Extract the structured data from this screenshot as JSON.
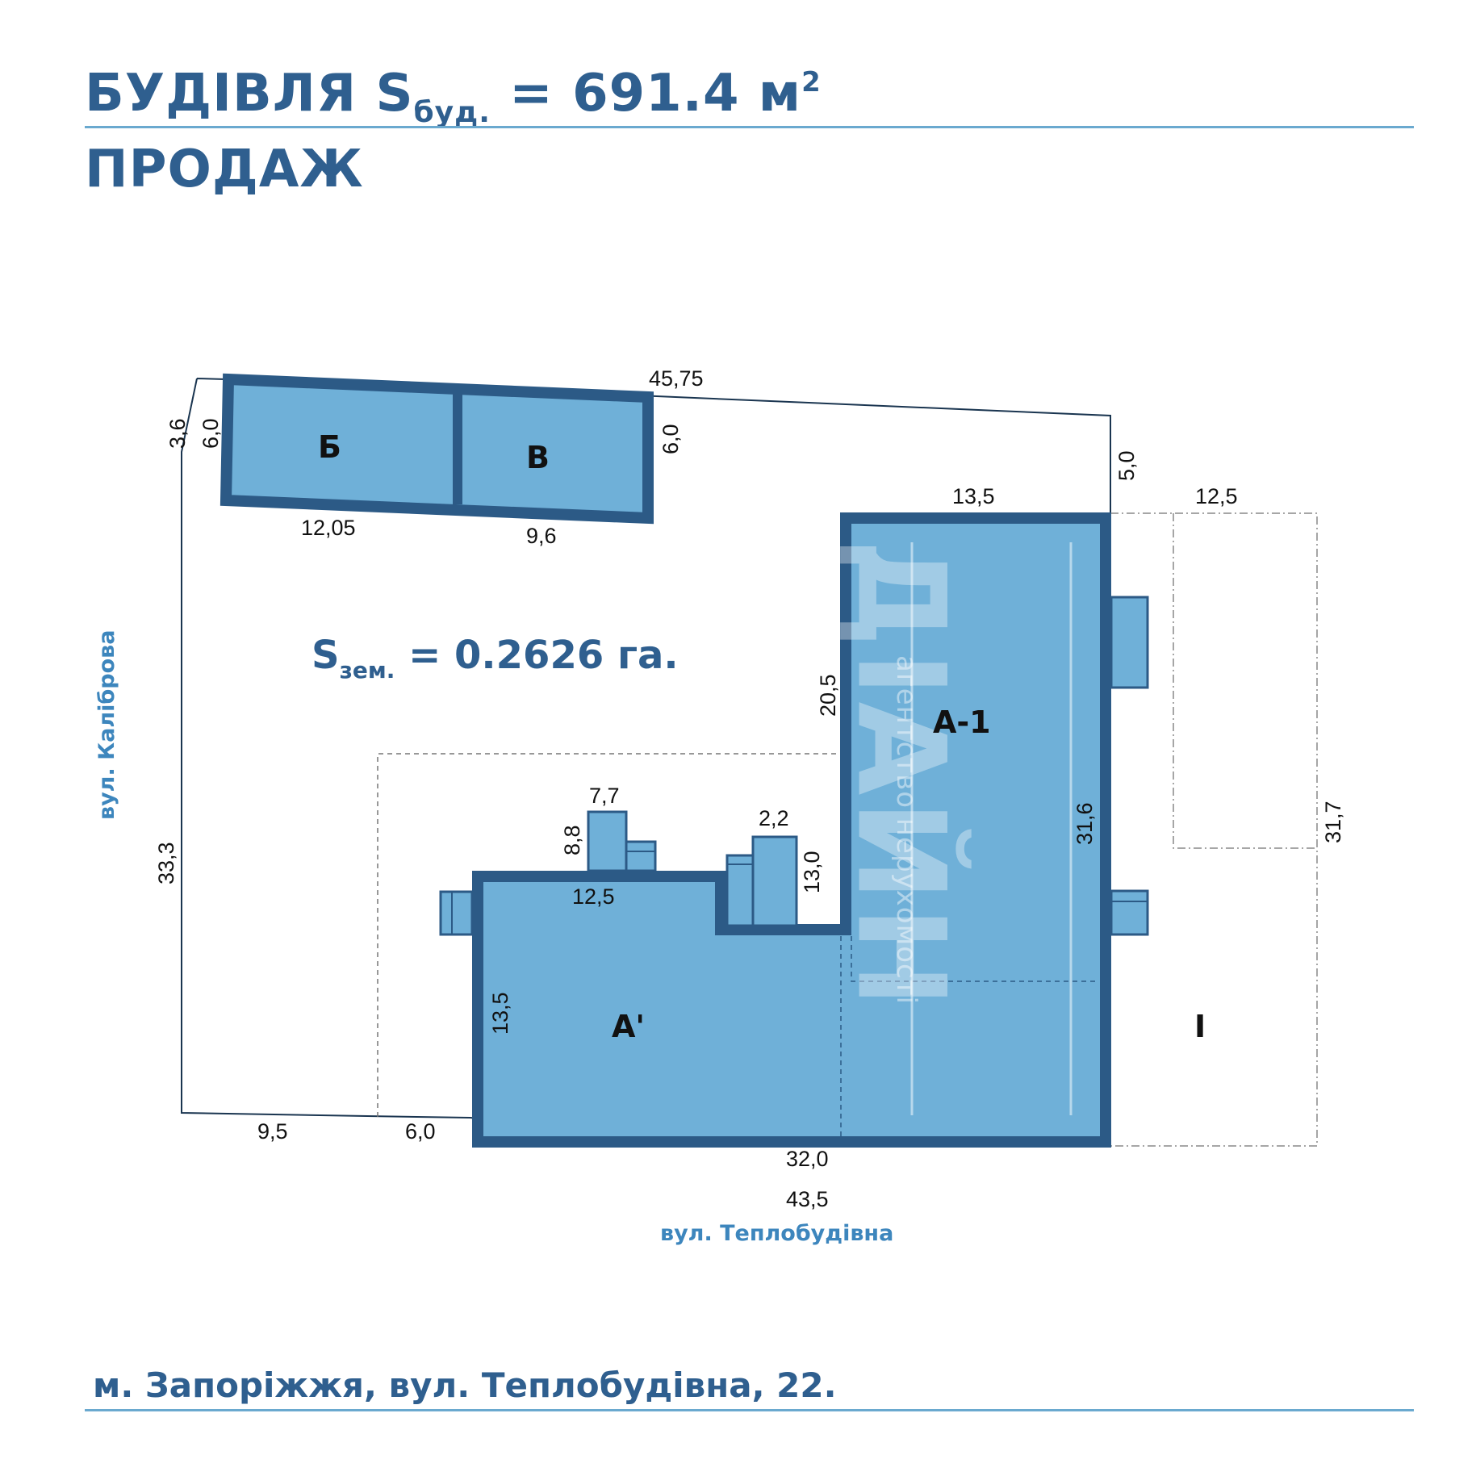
{
  "header": {
    "title_prefix": "БУДІВЛЯ S",
    "title_sub": "буд.",
    "title_value": " = 691.4 м",
    "title_sup": "2",
    "subtitle": "ПРОДАЖ"
  },
  "plan": {
    "land_area_prefix": "S",
    "land_area_sub": "зем.",
    "land_area_value": " = 0.2626 га.",
    "street_left": "вул. Каліброва",
    "street_bottom": "вул. Теплобудівна",
    "labels": {
      "b": "Б",
      "v": "В",
      "a1": "А-1",
      "a_prime": "А'",
      "roman_one": "I"
    },
    "dimensions": {
      "top_total": "45,75",
      "corner_left": "3,6",
      "b_height": "6,0",
      "v_height": "6,0",
      "b_width": "12,05",
      "v_width": "9,6",
      "right_upper": "5,0",
      "a1_top": "13,5",
      "right_plot": "12,5",
      "a1_left": "20,5",
      "a1_right": "31,6",
      "right_total": "31,7",
      "left_total": "33,3",
      "annex_width": "7,7",
      "annex_height": "8,8",
      "annex2_width": "2,2",
      "annex2_height": "13,0",
      "a_top": "12,5",
      "a_left": "13,5",
      "bottom_left": "9,5",
      "bottom_left2": "6,0",
      "bottom_building": "32,0",
      "bottom_total": "43,5"
    },
    "colors": {
      "fill": "#6fb0d8",
      "border": "#2c5a86",
      "dark": "#2f5f8f"
    }
  },
  "watermark": {
    "brand": "ДІАЙН",
    "tagline": "агентство нерухомості"
  },
  "footer": {
    "address": "м. Запоріжжя, вул. Теплобудівна, 22."
  }
}
